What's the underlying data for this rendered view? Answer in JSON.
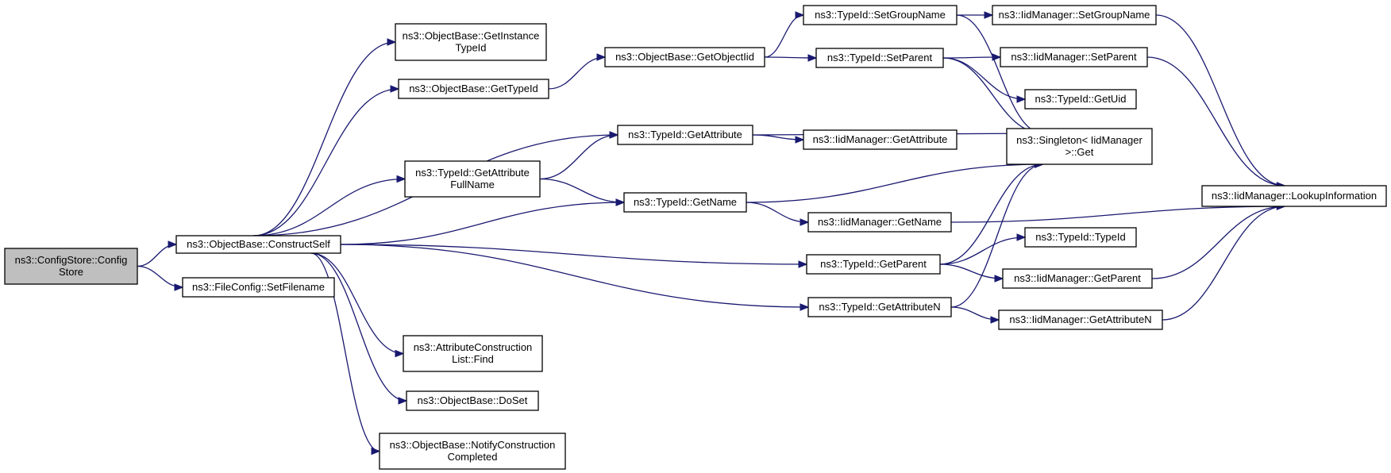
{
  "diagram": {
    "nodes": [
      {
        "id": "configstore",
        "lines": [
          "ns3::ConfigStore::Config",
          "Store"
        ],
        "root": true
      },
      {
        "id": "constructself",
        "lines": [
          "ns3::ObjectBase::ConstructSelf"
        ]
      },
      {
        "id": "setfilename",
        "lines": [
          "ns3::FileConfig::SetFilename"
        ]
      },
      {
        "id": "getinstancetypeid",
        "lines": [
          "ns3::ObjectBase::GetInstance",
          "TypeId"
        ]
      },
      {
        "id": "ob_gettypeid",
        "lines": [
          "ns3::ObjectBase::GetTypeId"
        ]
      },
      {
        "id": "getattributefullname",
        "lines": [
          "ns3::TypeId::GetAttribute",
          "FullName"
        ]
      },
      {
        "id": "attrconstructionfind",
        "lines": [
          "ns3::AttributeConstruction",
          "List::Find"
        ]
      },
      {
        "id": "doset",
        "lines": [
          "ns3::ObjectBase::DoSet"
        ]
      },
      {
        "id": "notifyconstruction",
        "lines": [
          "ns3::ObjectBase::NotifyConstruction",
          "Completed"
        ]
      },
      {
        "id": "getobjectiid",
        "lines": [
          "ns3::ObjectBase::GetObjectIid"
        ]
      },
      {
        "id": "tid_getattribute",
        "lines": [
          "ns3::TypeId::GetAttribute"
        ]
      },
      {
        "id": "tid_getname",
        "lines": [
          "ns3::TypeId::GetName"
        ]
      },
      {
        "id": "tid_setgroupname",
        "lines": [
          "ns3::TypeId::SetGroupName"
        ]
      },
      {
        "id": "tid_setparent",
        "lines": [
          "ns3::TypeId::SetParent"
        ]
      },
      {
        "id": "iid_getattribute",
        "lines": [
          "ns3::IidManager::GetAttribute"
        ]
      },
      {
        "id": "iid_getname",
        "lines": [
          "ns3::IidManager::GetName"
        ]
      },
      {
        "id": "tid_getparent",
        "lines": [
          "ns3::TypeId::GetParent"
        ]
      },
      {
        "id": "tid_getattributen",
        "lines": [
          "ns3::TypeId::GetAttributeN"
        ]
      },
      {
        "id": "iid_setgroupname",
        "lines": [
          "ns3::IidManager::SetGroupName"
        ]
      },
      {
        "id": "iid_setparent",
        "lines": [
          "ns3::IidManager::SetParent"
        ]
      },
      {
        "id": "tid_getuid",
        "lines": [
          "ns3::TypeId::GetUid"
        ]
      },
      {
        "id": "singleton_get",
        "lines": [
          "ns3::Singleton< IidManager",
          " >::Get"
        ]
      },
      {
        "id": "tid_typeid",
        "lines": [
          "ns3::TypeId::TypeId"
        ]
      },
      {
        "id": "iid_getparent",
        "lines": [
          "ns3::IidManager::GetParent"
        ]
      },
      {
        "id": "iid_getattributen",
        "lines": [
          "ns3::IidManager::GetAttributeN"
        ]
      },
      {
        "id": "iid_lookupinformation",
        "lines": [
          "ns3::IidManager::LookupInformation"
        ]
      }
    ],
    "edges": [
      {
        "from": "configstore",
        "to": "constructself"
      },
      {
        "from": "configstore",
        "to": "setfilename"
      },
      {
        "from": "constructself",
        "to": "getinstancetypeid"
      },
      {
        "from": "constructself",
        "to": "ob_gettypeid"
      },
      {
        "from": "constructself",
        "to": "tid_getattribute"
      },
      {
        "from": "constructself",
        "to": "getattributefullname"
      },
      {
        "from": "constructself",
        "to": "tid_getname"
      },
      {
        "from": "constructself",
        "to": "tid_getparent"
      },
      {
        "from": "constructself",
        "to": "tid_getattributen"
      },
      {
        "from": "constructself",
        "to": "attrconstructionfind"
      },
      {
        "from": "constructself",
        "to": "doset"
      },
      {
        "from": "constructself",
        "to": "notifyconstruction"
      },
      {
        "from": "ob_gettypeid",
        "to": "getobjectiid"
      },
      {
        "from": "getobjectiid",
        "to": "tid_setgroupname"
      },
      {
        "from": "getobjectiid",
        "to": "tid_setparent"
      },
      {
        "from": "getattributefullname",
        "to": "tid_getattribute"
      },
      {
        "from": "getattributefullname",
        "to": "tid_getname"
      },
      {
        "from": "tid_getattribute",
        "to": "iid_getattribute"
      },
      {
        "from": "tid_getattribute",
        "to": "singleton_get"
      },
      {
        "from": "tid_getname",
        "to": "iid_getname"
      },
      {
        "from": "tid_getname",
        "to": "singleton_get"
      },
      {
        "from": "tid_setgroupname",
        "to": "iid_setgroupname"
      },
      {
        "from": "tid_setgroupname",
        "to": "singleton_get"
      },
      {
        "from": "tid_setparent",
        "to": "iid_setparent"
      },
      {
        "from": "tid_setparent",
        "to": "tid_getuid"
      },
      {
        "from": "tid_setparent",
        "to": "singleton_get"
      },
      {
        "from": "iid_getname",
        "to": "iid_lookupinformation"
      },
      {
        "from": "tid_getparent",
        "to": "singleton_get"
      },
      {
        "from": "tid_getparent",
        "to": "tid_typeid"
      },
      {
        "from": "tid_getparent",
        "to": "iid_getparent"
      },
      {
        "from": "tid_getattributen",
        "to": "singleton_get"
      },
      {
        "from": "tid_getattributen",
        "to": "iid_getattributen"
      },
      {
        "from": "iid_setgroupname",
        "to": "iid_lookupinformation"
      },
      {
        "from": "iid_setparent",
        "to": "iid_lookupinformation"
      },
      {
        "from": "iid_getparent",
        "to": "iid_lookupinformation"
      },
      {
        "from": "iid_getattributen",
        "to": "iid_lookupinformation"
      }
    ]
  }
}
